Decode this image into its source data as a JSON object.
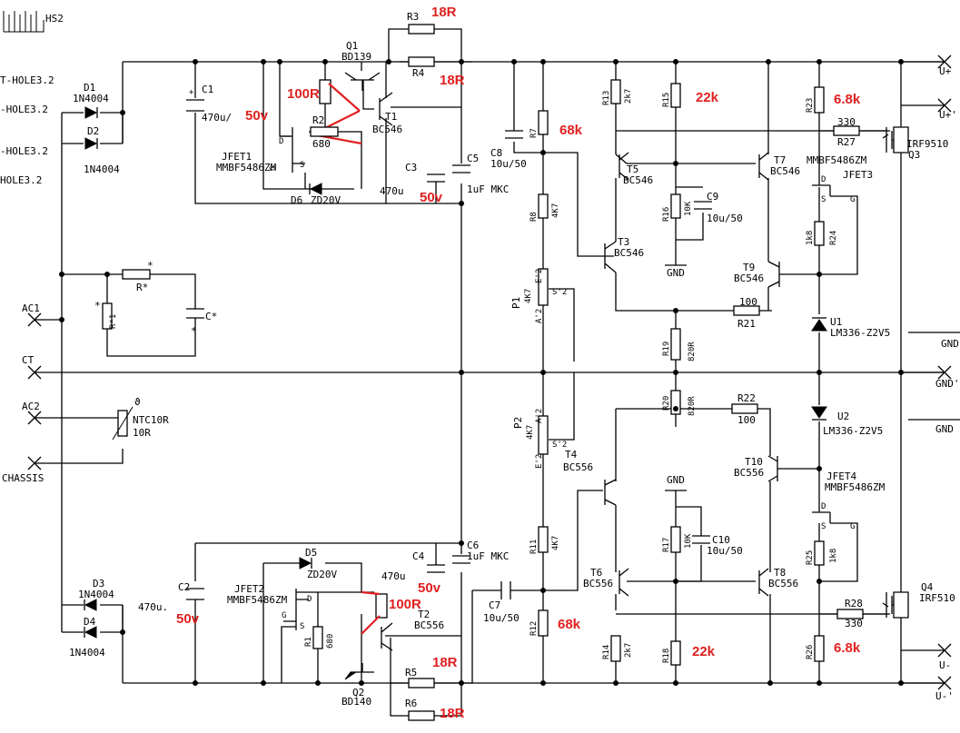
{
  "heatsink": "HS2",
  "holes": [
    "T-HOLE3.2",
    "-HOLE3.2",
    "-HOLE3.2",
    "HOLE3.2"
  ],
  "terminals": {
    "ac1": "AC1",
    "ct": "CT",
    "ac2": "AC2",
    "chassis": "CHASSIS"
  },
  "outputs": {
    "up": "U+",
    "up2": "U+'",
    "gnd1": "GND",
    "gnd2": "GND'",
    "gnd3": "GND",
    "un": "U-",
    "un2": "U-'"
  },
  "diodes": [
    {
      "ref": "D1",
      "part": "1N4004"
    },
    {
      "ref": "D2",
      "part": "1N4004"
    },
    {
      "ref": "D3",
      "part": "1N4004"
    },
    {
      "ref": "D4",
      "part": "1N4004"
    }
  ],
  "input": {
    "rstar": "R*",
    "rstar1": "R*1",
    "cstar": "C*",
    "star": "*",
    "ntc": "NTC10R",
    "ntc_val": "10R",
    "theta": "ϑ"
  },
  "top": {
    "c1": "C1",
    "c1_val": "470u/",
    "q1": "Q1",
    "q1_part": "BD139",
    "r3": "R3",
    "r4": "R4",
    "r2": "R2",
    "r2_val": "680",
    "t1": "T1",
    "t1_part": "BC546",
    "jfet": "JFET1",
    "jfet_part": "MMBF5486ZM",
    "d6": "D6",
    "d6_part": "ZD20V",
    "c3": "C3",
    "c3_val": "470u",
    "c5": "C5",
    "c5_val": "1uF MKC",
    "pin_d": "D",
    "pin_s": "S",
    "pin_g": "G"
  },
  "bottom": {
    "c2": "C2",
    "c2_val": "470u.",
    "jfet": "JFET2",
    "jfet_part": "MMBF5486ZM",
    "d5": "D5",
    "d5_part": "ZD20V",
    "c4": "C4",
    "c4_val": "470u",
    "c6": "C6",
    "c6_val": "1uF MKC",
    "r1": "R1",
    "r1_val": "680",
    "t2": "T2",
    "t2_part": "BC556",
    "q2": "Q2",
    "q2_part": "BD140",
    "r5": "R5",
    "r6": "R6",
    "pin_d": "D",
    "pin_s": "S",
    "pin_g": "G"
  },
  "mid": {
    "c8": "C8",
    "c8_val": "10u/50",
    "c7": "C7",
    "c7_val": "10u/50",
    "r7": "R7",
    "r8": "R8",
    "r8_val": "4K7",
    "r11": "R11",
    "r11_val": "4K7",
    "r12": "R12",
    "p1": "P1",
    "p1_val": "4K7",
    "p2": "P2",
    "p2_val": "4K7",
    "a2": "A'2",
    "e2": "E'2",
    "s2": "S'2",
    "t3": "T3",
    "t3_part": "BC546",
    "t4": "T4",
    "t4_part": "BC556",
    "t5": "T5",
    "t5_part": "BC546",
    "t6": "T6",
    "t6_part": "BC556",
    "t7": "T7",
    "t7_part": "BC546",
    "t8": "T8",
    "t8_part": "BC556",
    "t9": "T9",
    "t9_part": "BC546",
    "t10": "T10",
    "t10_part": "BC556",
    "r13": "R13",
    "r13_val": "2k7",
    "r14": "R14",
    "r14_val": "2k7",
    "r15": "R15",
    "r16": "R16",
    "r16_val": "10K",
    "r17": "R17",
    "r17_val": "10K",
    "r18": "R18",
    "c9": "C9",
    "c9_val": "10u/50",
    "c10": "C10",
    "c10_val": "10u/50",
    "gnd": "GND",
    "r19": "R19",
    "r19_val": "820R",
    "r20": "R20",
    "r20_val": "820R",
    "r21": "R21",
    "r21_val": "100",
    "r22": "R22",
    "r22_val": "100"
  },
  "right": {
    "r23": "R23",
    "r24": "R24",
    "r24_val": "1k8",
    "r25": "R25",
    "r25_val": "1k8",
    "r26": "R26",
    "r27": "R27",
    "r27_val": "330",
    "r28": "R28",
    "r28_val": "330",
    "q3": "Q3",
    "q3_part": "IRF9510",
    "q4": "Q4",
    "q4_part": "IRF510",
    "jfet3": "JFET3",
    "jfet4": "JFET4",
    "jfet_part": "MMBF5486ZM",
    "u1": "U1",
    "u1_part": "LM336-Z2V5",
    "u2": "U2",
    "u2_part": "LM336-Z2V5",
    "pin_d": "D",
    "pin_s": "S",
    "pin_g": "G"
  },
  "annotations": {
    "r3_18r": "18R",
    "r4_18r": "18R",
    "r5_18r": "18R",
    "r6_18r": "18R",
    "r100_top": "100R",
    "r100_bot": "100R",
    "v50_c1": "50v",
    "v50_c3": "50v",
    "v50_c4": "50v",
    "v50_c2": "50v",
    "r68k_top": "68k",
    "r68k_bot": "68k",
    "r22k_top": "22k",
    "r22k_bot": "22k",
    "r68_top": "6.8k",
    "r68_bot": "6.8k"
  }
}
